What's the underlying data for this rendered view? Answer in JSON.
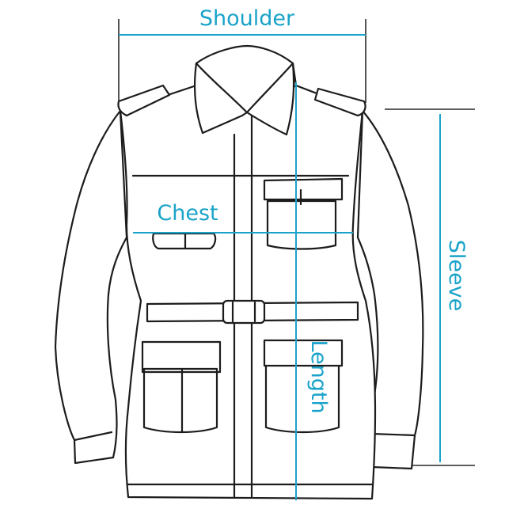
{
  "labels": {
    "shoulder": "Shoulder",
    "chest": "Chest",
    "sleeve": "Sleeve",
    "length": "Length"
  },
  "colors": {
    "measure_line": "#1aa3c9",
    "outline": "#1c1c1c"
  }
}
